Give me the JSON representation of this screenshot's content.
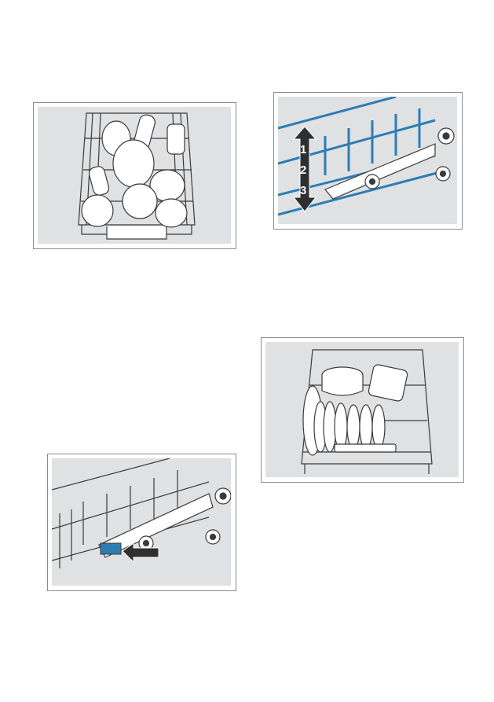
{
  "figures": [
    {
      "id": "basket-loaded",
      "description_icon": "cutlery-basket-with-dishes"
    },
    {
      "id": "upper-basket-height",
      "steps": [
        "1",
        "2",
        "3"
      ],
      "accent": "#2b7db4"
    },
    {
      "id": "lower-basket-loaded",
      "description_icon": "lower-basket-with-plates-and-pots"
    },
    {
      "id": "release-lever",
      "accent": "#2b7db4"
    }
  ],
  "colors": {
    "panel_bg": "#dfe1e3",
    "frame_border": "#8c8c8c",
    "rack_blue": "#2b7db4",
    "line": "#3a3a3a"
  }
}
